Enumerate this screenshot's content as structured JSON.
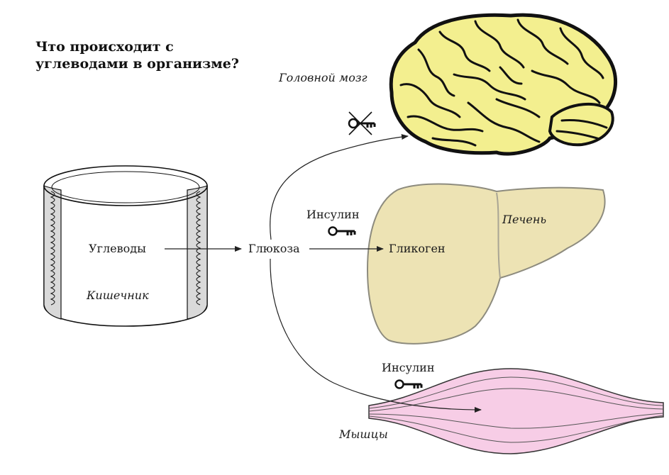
{
  "title": {
    "line1": "Что происходит с",
    "line2": "углеводами в организме?"
  },
  "labels": {
    "brain": "Головной мозг",
    "liver": "Печень",
    "muscles": "Мышцы",
    "intestine": "Кишечник",
    "carbs": "Углеводы",
    "glucose": "Глюкоза",
    "glycogen": "Гликоген",
    "insulin_liver": "Инсулин",
    "insulin_muscle": "Инсулин"
  },
  "icons": {
    "key_crossed": "crossed-key-icon",
    "key": "key-icon"
  },
  "colors": {
    "brain": "#f3ef8f",
    "liver": "#ede3b4",
    "muscle": "#f7cde6",
    "intestine": "#d9d9d9",
    "line": "#222222"
  }
}
